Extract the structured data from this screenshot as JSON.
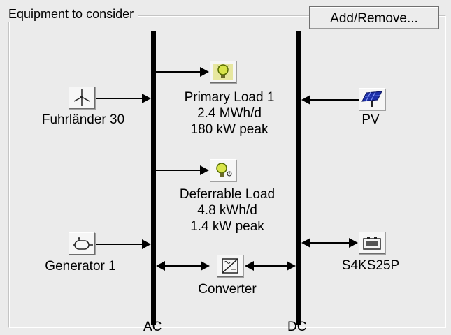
{
  "group_title": "Equipment to consider",
  "add_remove_button": "Add/Remove...",
  "buses": {
    "ac": "AC",
    "dc": "DC"
  },
  "components": {
    "wind_turbine": {
      "name": "Fuhrländer 30",
      "icon": "wind-turbine-icon"
    },
    "pv": {
      "name": "PV",
      "icon": "solar-panel-icon"
    },
    "primary_load": {
      "name": "Primary Load 1",
      "energy": "2.4 MWh/d",
      "peak": "180 kW peak",
      "icon": "light-bulb-icon"
    },
    "deferrable_load": {
      "name": "Deferrable Load",
      "energy": "4.8 kWh/d",
      "peak": "1.4 kW peak",
      "icon": "deferrable-bulb-icon"
    },
    "generator": {
      "name": "Generator 1",
      "icon": "generator-icon"
    },
    "battery": {
      "name": "S4KS25P",
      "icon": "battery-icon"
    },
    "converter": {
      "name": "Converter",
      "icon": "converter-icon"
    }
  }
}
